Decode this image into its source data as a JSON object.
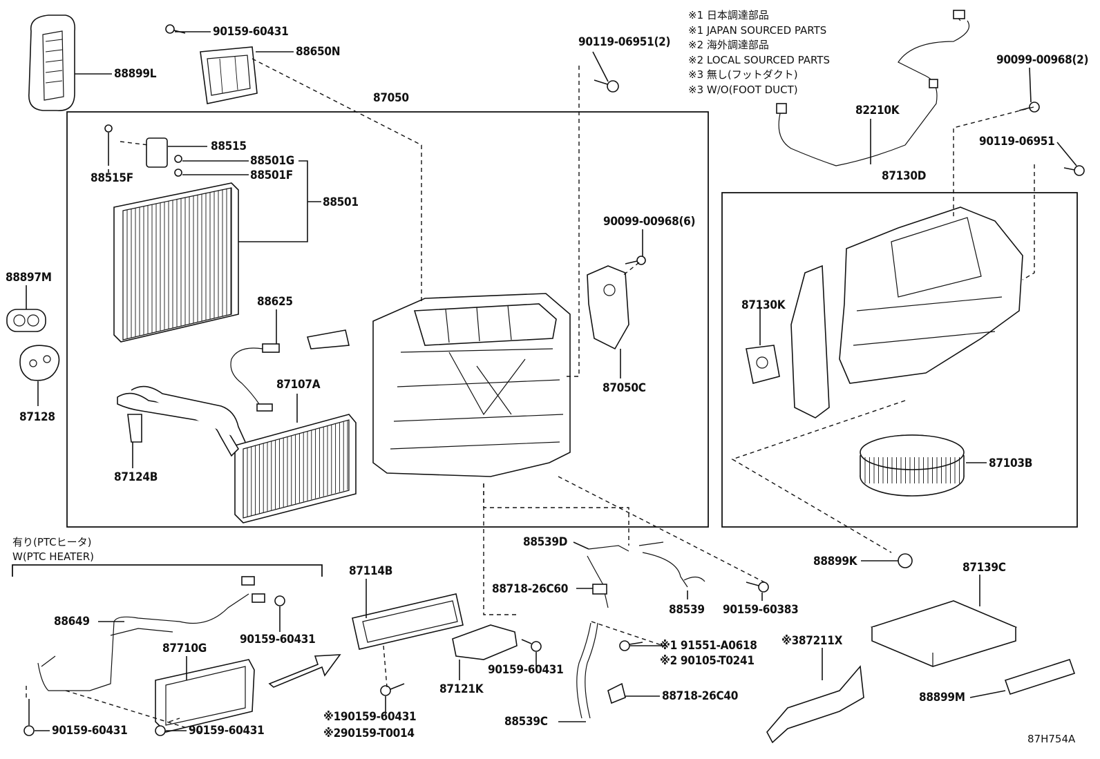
{
  "notes": [
    "※1 日本調達部品",
    "※1 JAPAN SOURCED PARTS",
    "※2 海外調達部品",
    "※2 LOCAL SOURCED PARTS",
    "※3 無し(フットダクト)",
    "※3 W/O(FOOT DUCT)"
  ],
  "ptc_heater": [
    "有り(PTCヒータ)",
    "W(PTC HEATER)"
  ],
  "diagram_code": "87H754A",
  "parts": {
    "p90159_60431_top": "90159-60431",
    "p88650N": "88650N",
    "p88899L": "88899L",
    "p87050": "87050",
    "p90119_06951_2": "90119-06951(2)",
    "p88515": "88515",
    "p88501G": "88501G",
    "p88501F": "88501F",
    "p88515F": "88515F",
    "p88501": "88501",
    "p88897M": "88897M",
    "p87128": "87128",
    "p88625": "88625",
    "p87107A": "87107A",
    "p87124B": "87124B",
    "p90099_00968_6": "90099-00968(6)",
    "p87050C": "87050C",
    "p82210K": "82210K",
    "p90099_00968_2": "90099-00968(2)",
    "p90119_06951": "90119-06951",
    "p87130D": "87130D",
    "p87130K": "87130K",
    "p87103B": "87103B",
    "p88899K": "88899K",
    "p87139C": "87139C",
    "p88539D": "88539D",
    "p88718_26C60": "88718-26C60",
    "p88539": "88539",
    "p90159_60383": "90159-60383",
    "p87114B": "87114B",
    "p88649": "88649",
    "p90159_60431_a": "90159-60431",
    "p87710G": "87710G",
    "p90159_60431_b": "90159-60431",
    "p90159_60431_c": "90159-60431",
    "p90159_60431_d": "90159-60431",
    "p90159_60431_e": "※190159-60431",
    "p90159_T0014": "※290159-T0014",
    "p87121K": "87121K",
    "p91551_A0618": "※1 91551-A0618",
    "p90105_T0241": "※2 90105-T0241",
    "p88718_26C40": "88718-26C40",
    "p88539C": "88539C",
    "p87211X": "※387211X",
    "p88899M": "88899M"
  }
}
